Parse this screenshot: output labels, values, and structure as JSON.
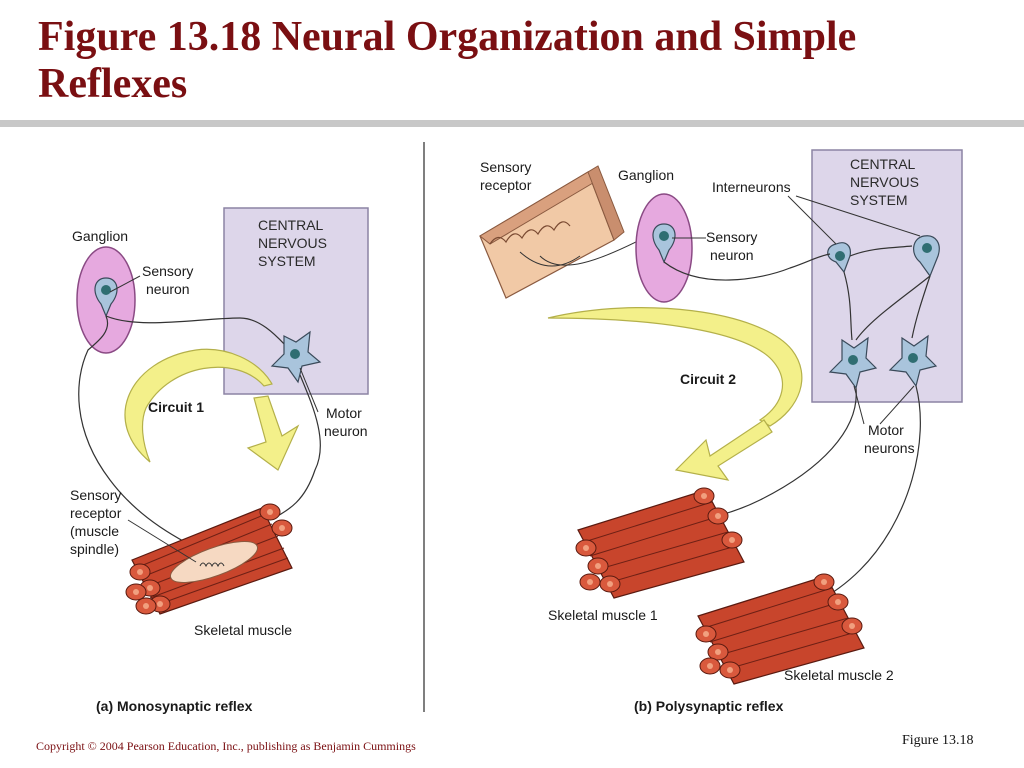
{
  "slide": {
    "title": "Figure 13.18  Neural Organization and Simple Reflexes",
    "copyright": "Copyright © 2004 Pearson Education, Inc., publishing as Benjamin Cummings",
    "figure_ref": "Figure 13.18"
  },
  "panel_a": {
    "caption": "(a) Monosynaptic reflex",
    "cns": [
      "CENTRAL",
      "NERVOUS",
      "SYSTEM"
    ],
    "ganglion": "Ganglion",
    "sensory_neuron": [
      "Sensory",
      "neuron"
    ],
    "circuit": "Circuit 1",
    "motor_neuron": [
      "Motor",
      "neuron"
    ],
    "sensory_receptor": [
      "Sensory",
      "receptor",
      "(muscle",
      "spindle)"
    ],
    "skeletal_muscle": "Skeletal muscle"
  },
  "panel_b": {
    "caption": "(b) Polysynaptic reflex",
    "sensory_receptor": [
      "Sensory",
      "receptor"
    ],
    "ganglion": "Ganglion",
    "interneurons": "Interneurons",
    "cns": [
      "CENTRAL",
      "NERVOUS",
      "SYSTEM"
    ],
    "sensory_neuron": [
      "Sensory",
      "neuron"
    ],
    "circuit": "Circuit 2",
    "motor_neurons": [
      "Motor",
      "neurons"
    ],
    "skeletal_muscle_1": "Skeletal muscle 1",
    "skeletal_muscle_2": "Skeletal muscle 2"
  },
  "colors": {
    "title": "#7a0f12",
    "cns_box": "#ddd6ea",
    "ganglion": "#e6a9df",
    "neuron": "#a9c4dc",
    "arrow": "#f3f08a",
    "muscle": "#c8452c"
  }
}
